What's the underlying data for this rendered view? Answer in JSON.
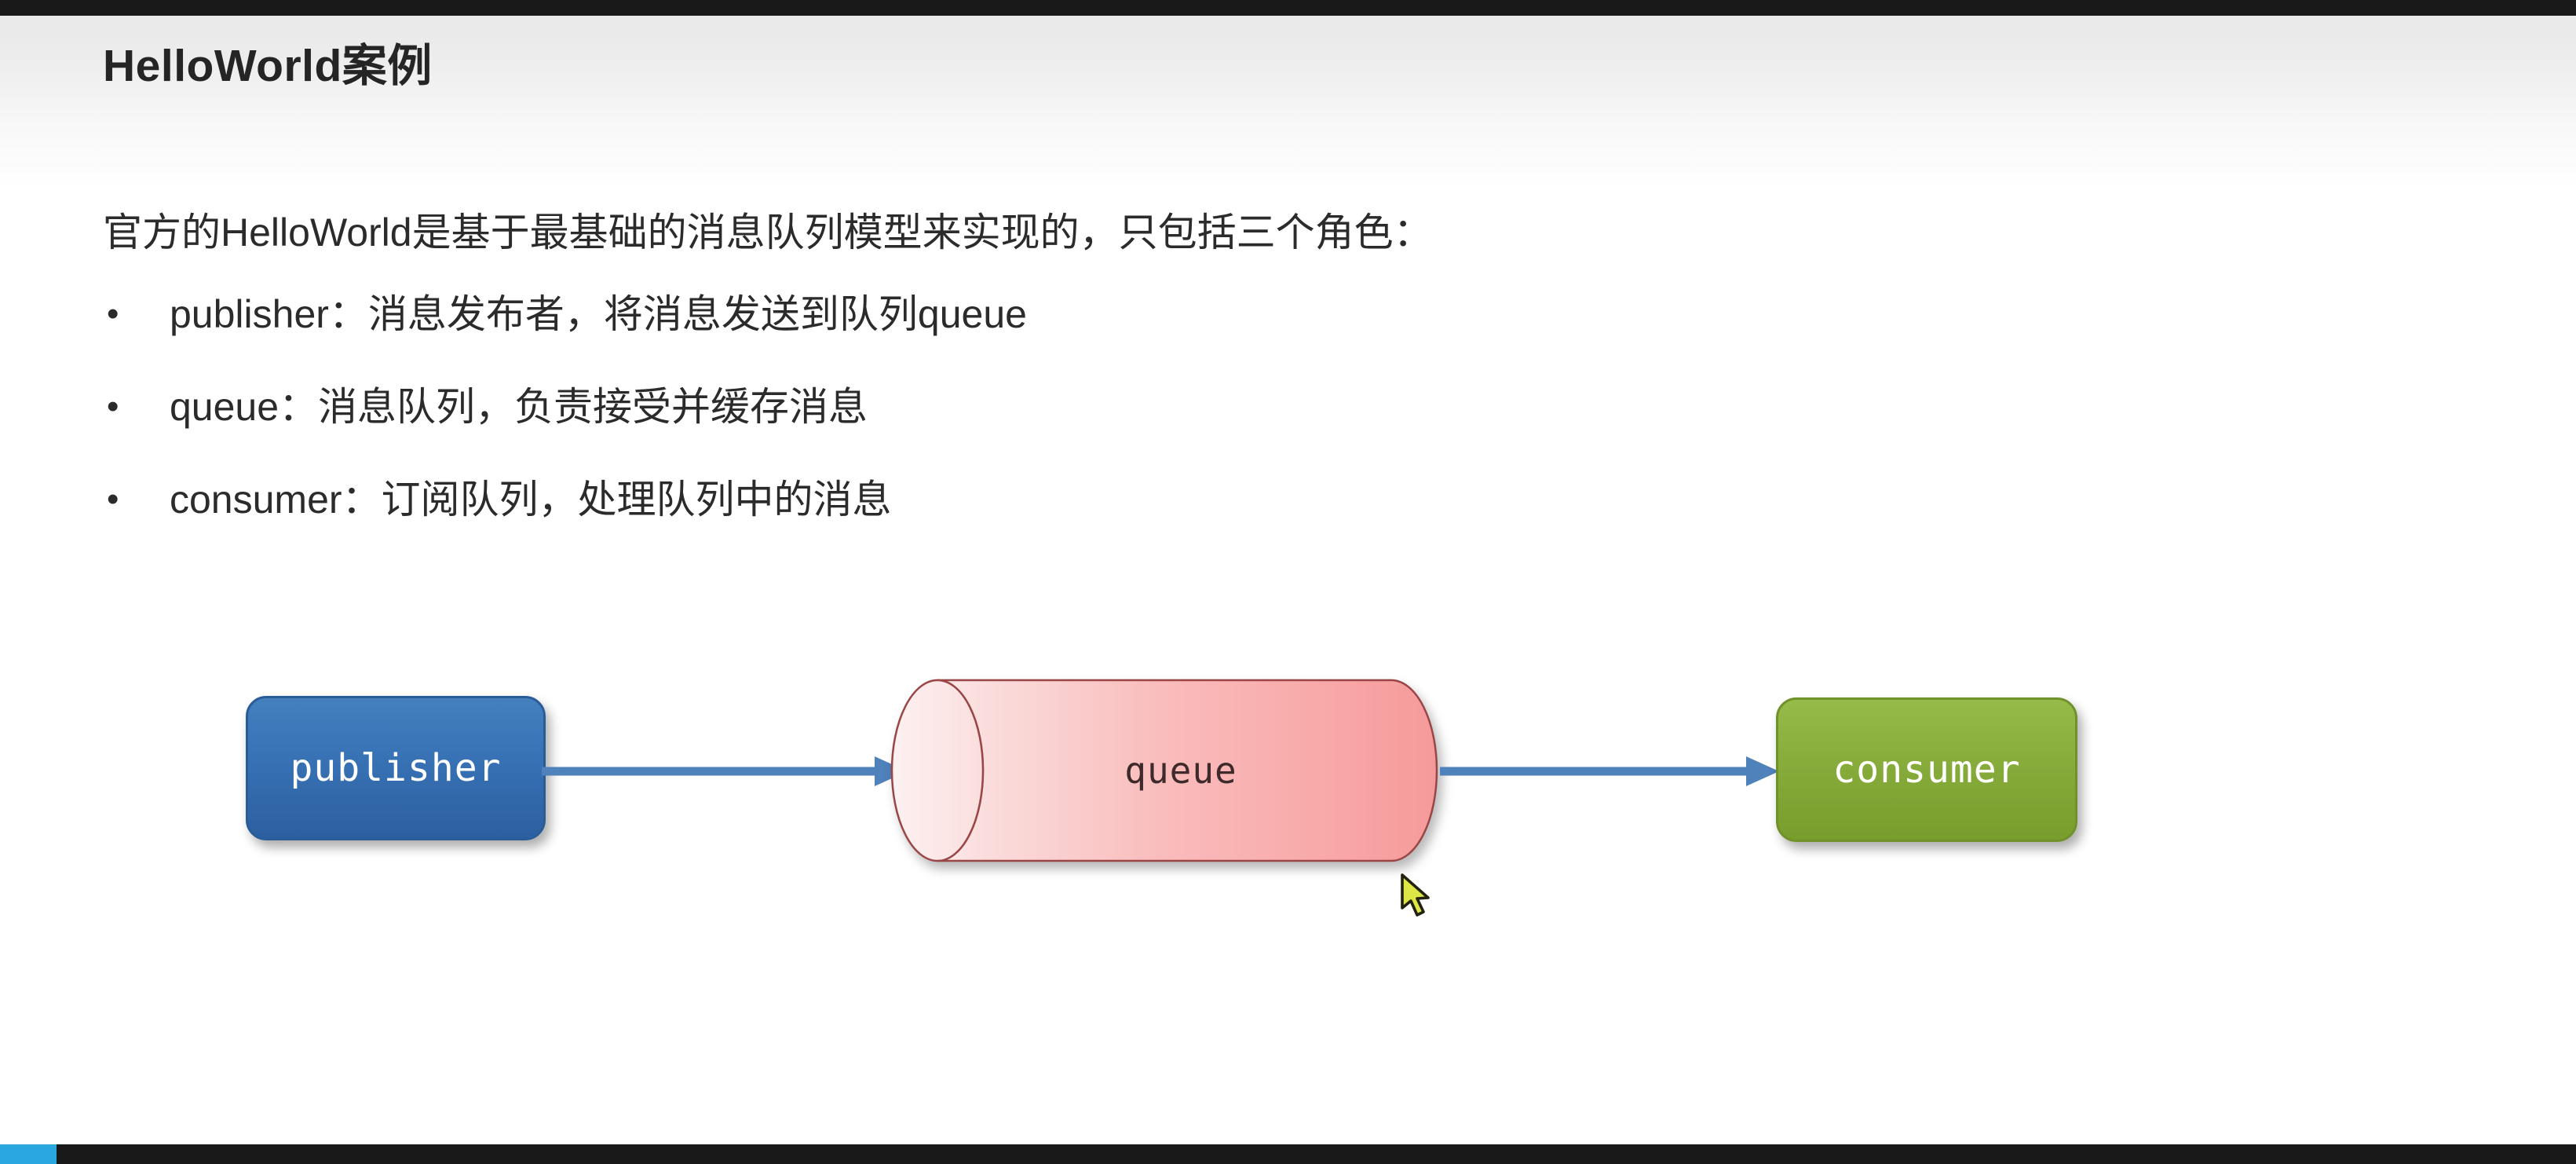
{
  "slide": {
    "title": "HelloWorld案例",
    "intro": "官方的HelloWorld是基于最基础的消息队列模型来实现的，只包括三个角色：",
    "bullet_char": "•",
    "bullets": [
      "publisher：消息发布者，将消息发送到队列queue",
      "queue：消息队列，负责接受并缓存消息",
      "consumer：订阅队列，处理队列中的消息"
    ]
  },
  "diagram": {
    "publisher_label": "publisher",
    "queue_label": "queue",
    "consumer_label": "consumer",
    "publisher_color": "#3873b6",
    "queue_color": "#f8a8a8",
    "queue_outline_color": "#9a4646",
    "consumer_color": "#87ac3b",
    "arrow_color": "#4f81bb"
  },
  "player": {
    "top_bar_color": "#191919",
    "bottom_bar_color": "#191919",
    "progress_color": "#2ba7e0"
  },
  "cursor": {
    "icon": "mouse-pointer"
  }
}
